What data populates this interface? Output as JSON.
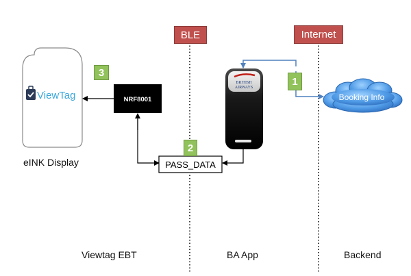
{
  "lanes": {
    "ble": "BLE",
    "internet": "Internet"
  },
  "steps": {
    "one": "1",
    "two": "2",
    "three": "3"
  },
  "nodes": {
    "nrf": "NRF8001",
    "pass_data": "PASS_DATA",
    "booking_info": "Booking Info",
    "viewtag_logo": "ViewTag",
    "ba_logo_line1": "BRITISH",
    "ba_logo_line2": "AIRWAYS"
  },
  "captions": {
    "eink": "eINK Display",
    "viewtag_ebt": "Viewtag EBT",
    "ba_app": "BA App",
    "backend": "Backend"
  },
  "colors": {
    "label_red": "#c0504d",
    "step_green": "#92c25b",
    "arrow_blue": "#4f81bd",
    "cloud_blue": "#3c86d6"
  }
}
